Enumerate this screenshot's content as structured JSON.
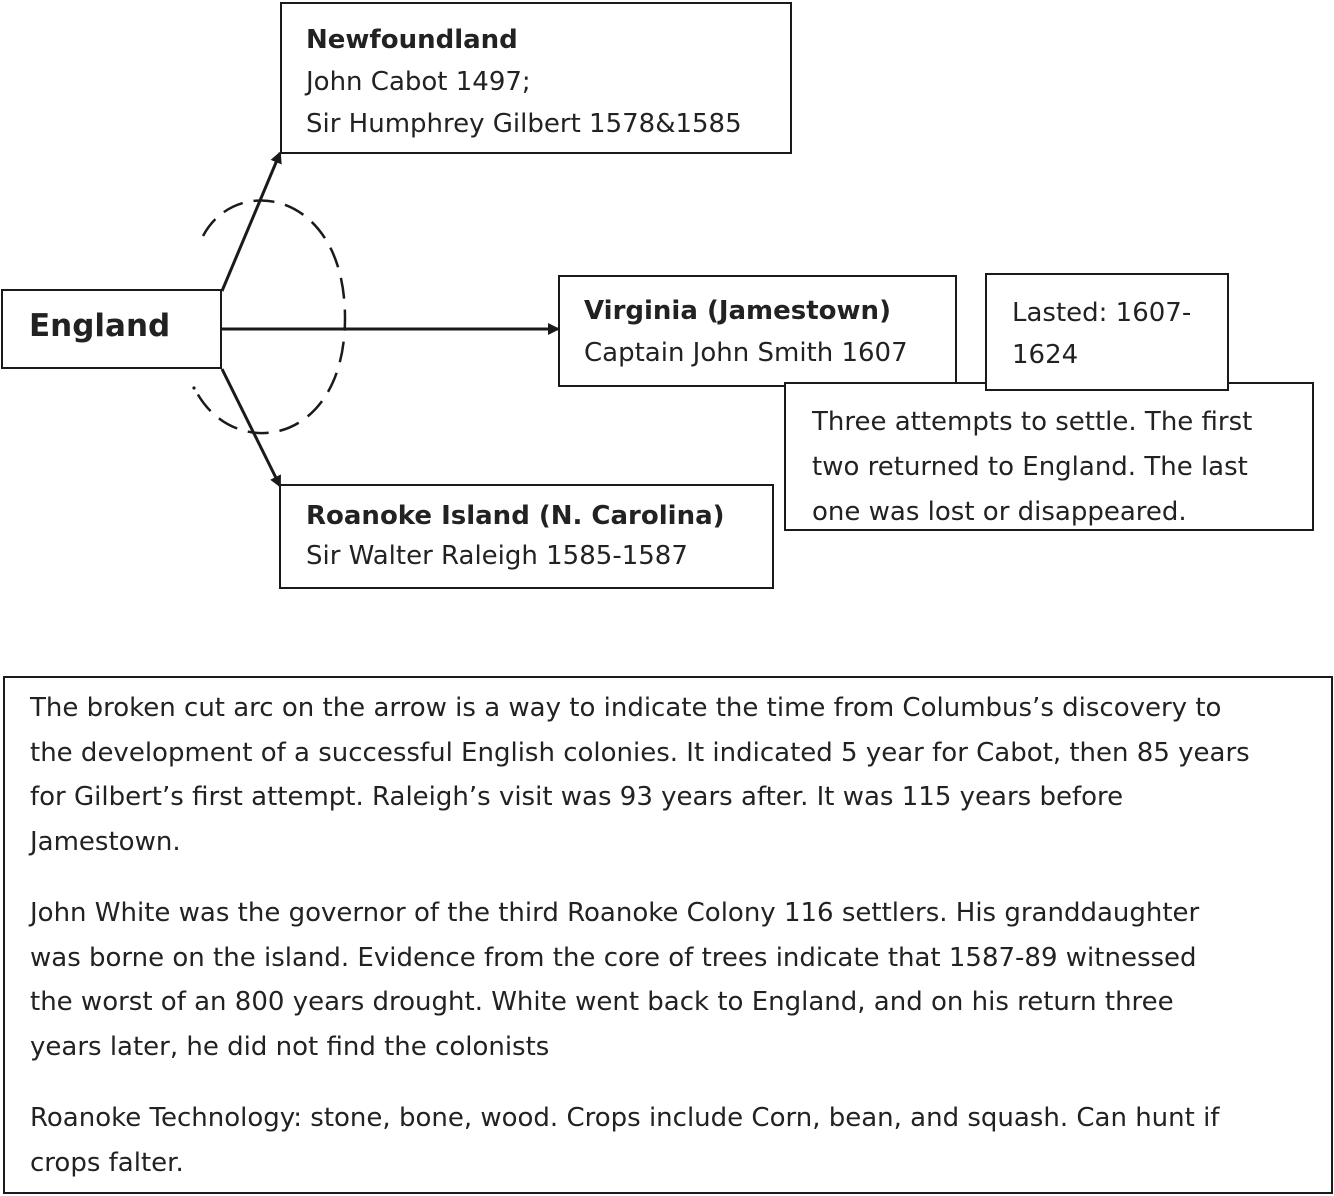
{
  "origin": {
    "label": "England"
  },
  "destinations": {
    "newfoundland": {
      "title": "Newfoundland",
      "lines": [
        "John Cabot 1497;",
        "Sir Humphrey Gilbert 1578&1585"
      ]
    },
    "virginia": {
      "title": "Virginia (Jamestown)",
      "lines": [
        "Captain John Smith 1607"
      ]
    },
    "roanoke": {
      "title": "Roanoke Island (N. Carolina)",
      "lines": [
        "Sir Walter Raleigh 1585-1587"
      ]
    }
  },
  "callouts": {
    "lasted": {
      "lines": [
        "Lasted: 1607-",
        "1624"
      ]
    },
    "attempts": {
      "lines": [
        "Three attempts to settle. The first",
        "two returned to England. The last",
        "one was lost or disappeared."
      ]
    }
  },
  "notes": {
    "paragraphs": [
      [
        "The broken cut arc on the arrow is a way to indicate the time from Columbus’s discovery to",
        "the development of a successful English colonies. It indicated 5 year for Cabot, then 85 years",
        "for Gilbert’s first attempt. Raleigh’s visit was 93 years after. It was 115 years before",
        "Jamestown."
      ],
      [
        "John White was the governor of the third Roanoke Colony 116 settlers. His granddaughter",
        "was borne on the island. Evidence from the core of trees indicate that 1587-89 witnessed",
        "the worst of an 800 years drought. White went back to England, and on his return three",
        "years later, he did not find the colonists"
      ],
      [
        "Roanoke Technology: stone, bone, wood. Crops include Corn, bean, and squash. Can hunt if",
        "crops falter."
      ]
    ]
  },
  "colors": {
    "stroke": "#1a1a1a",
    "text": "#222222",
    "background": "#ffffff"
  }
}
